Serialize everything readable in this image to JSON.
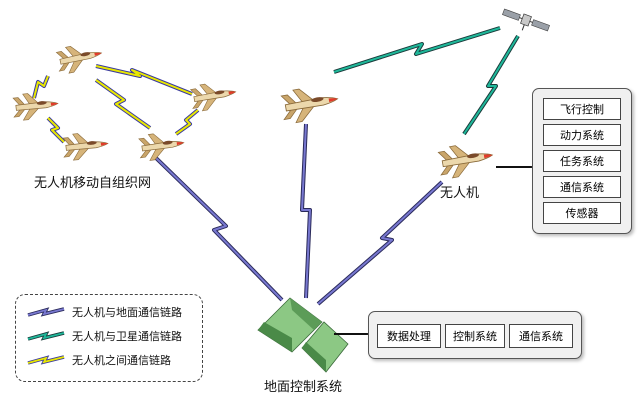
{
  "labels": {
    "swarm": "无人机移动自组织网",
    "uav": "无人机",
    "ground": "地面控制系统"
  },
  "uav_subsystems": [
    "飞行控制",
    "动力系统",
    "任务系统",
    "通信系统",
    "传感器"
  ],
  "ground_subsystems": [
    "数据处理",
    "控制系统",
    "通信系统"
  ],
  "legend": [
    {
      "label": "无人机与地面通信链路",
      "color": "#6f6fc8"
    },
    {
      "label": "无人机与卫星通信链路",
      "color": "#1fb89a"
    },
    {
      "label": "无人机之间通信链路",
      "color": "#e8e800"
    }
  ],
  "colors": {
    "ground_link": "#6f6fc8",
    "satellite_link": "#1fb89a",
    "swarm_link": "#e8e800",
    "aircraft_body": "#e8d0a0",
    "aircraft_nose": "#e23a2a",
    "station_green": "#6fb36a"
  },
  "icons": [
    "jet-aircraft-icon",
    "satellite-icon",
    "ground-station-icon"
  ]
}
